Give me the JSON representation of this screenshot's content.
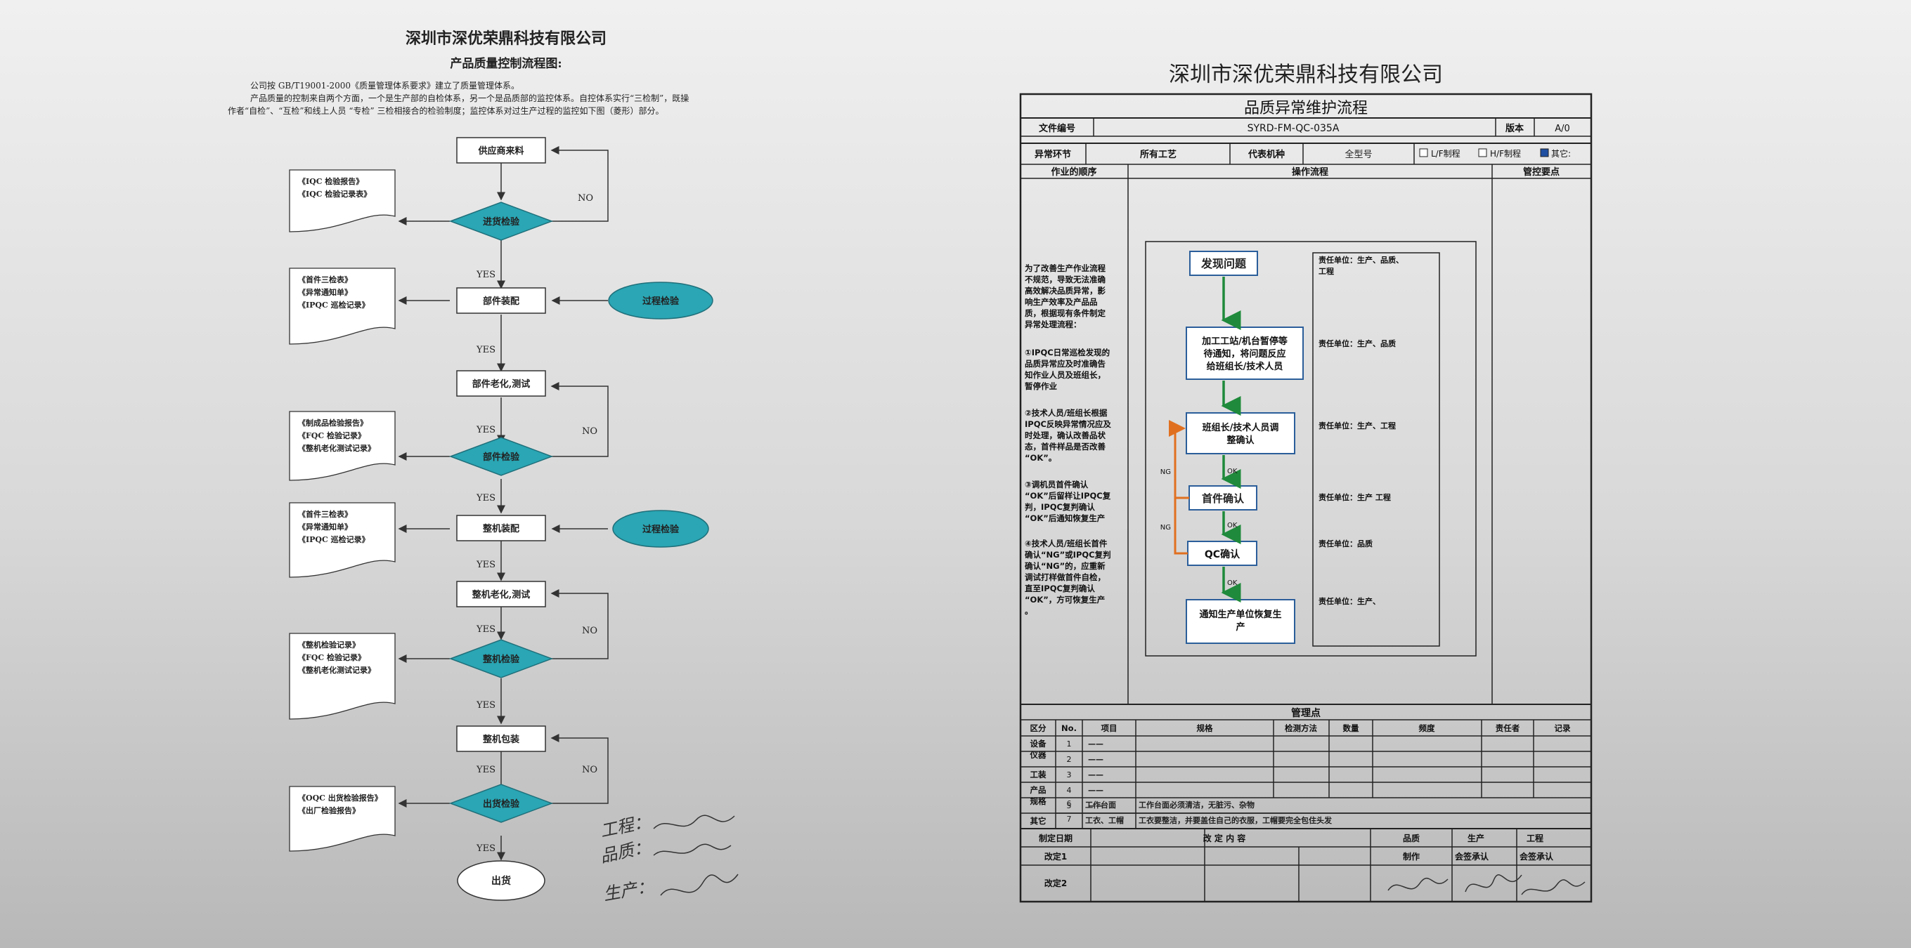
{
  "left": {
    "company": "深圳市深优荣鼎科技有限公司",
    "subtitle": "产品质量控制流程图:",
    "intro1": "公司按 GB/T19001-2000《质量管理体系要求》建立了质量管理体系。",
    "intro2": "产品质量的控制来自两个方面，一个是生产部的自检体系，另一个是品质部的监控体系。自控体系实行“三检制”，既操",
    "intro3": "作者“自检”、“互检”和线上人员 “专检” 三检相接合的检验制度；监控体系对过生产过程的监控如下图（菱形）部分。",
    "boxes": {
      "supplier": "供应商来料",
      "part_assembly": "部件装配",
      "part_aging": "部件老化,测试",
      "machine_assembly": "整机装配",
      "machine_aging": "整机老化,测试",
      "machine_pack": "整机包装",
      "ship": "出货"
    },
    "diamonds": {
      "incoming": "进货检验",
      "part_check": "部件检验",
      "machine_check": "整机检验",
      "outgoing": "出货检验"
    },
    "process_check": "过程检验",
    "yes": "YES",
    "no": "NO",
    "docs": {
      "d1": [
        "《IQC 检验报告》",
        "《IQC 检验记录表》"
      ],
      "d2": [
        "《首件三检表》",
        "《异常通知单》",
        "《IPQC 巡检记录》"
      ],
      "d3": [
        "《制成品检验报告》",
        "《FQC 检验记录》",
        "《整机老化测试记录》"
      ],
      "d4": [
        "《首件三检表》",
        "《异常通知单》",
        "《IPQC 巡检记录》"
      ],
      "d5": [
        "《整机检验记录》",
        "《FQC 检验记录》",
        "《整机老化测试记录》"
      ],
      "d6": [
        "《OQC 出货检验报告》",
        "《出厂检验报告》"
      ]
    },
    "signatures": [
      "工程：",
      "品质：",
      "生产："
    ]
  },
  "right": {
    "company": "深圳市深优荣鼎科技有限公司",
    "title": "品质异常维护流程",
    "doc_no_label": "文件编号",
    "doc_no": "SYRD-FM-QC-035A",
    "version_label": "版本",
    "version": "A/0",
    "abnormal_label": "异常环节",
    "abnormal_value": "所有工艺",
    "model_label": "代表机种",
    "model_value": "全型号",
    "opt_lf": "L/F制程",
    "opt_hf": "H/F制程",
    "opt_other": "其它:",
    "col_seq": "作业的顺序",
    "col_flow": "操作流程",
    "col_points": "管控要点",
    "seq_text": [
      "为了改善生产作业流程",
      "不规范，导致无法准确",
      "高效解决品质异常，影",
      "响生产效率及产品品",
      "质，根据现有条件制定",
      "异常处理流程：",
      "",
      "①IPQC日常巡检发现的",
      "品质异常应及时准确告",
      "知作业人员及班组长，",
      "暂停作业",
      "",
      "②技术人员/班组长根据",
      "IPQC反映异常情况应及",
      "时处理，确认改善品状",
      "态，首件样品是否改善",
      "“OK”。",
      "",
      "③调机员首件确认",
      "“OK”后留样让IPQC复",
      "判，IPQC复判确认",
      "“OK”后通知恢复生产",
      "",
      "④技术人员/班组长首件",
      "确认“NG”或IPQC复判",
      "确认“NG”的，应重新",
      "调试打样做首件自检，",
      "直至IPQC复判确认",
      "“OK”，方可恢复生产",
      "。"
    ],
    "flow": {
      "s1": "发现问题",
      "s2": [
        "加工工站/机台暂停等",
        "待通知，将问题反应",
        "给班组长/技术人员"
      ],
      "s3": [
        "班组长/技术人员调",
        "整确认"
      ],
      "s4": "首件确认",
      "s5": "QC确认",
      "s6": [
        "通知生产单位恢复生",
        "产"
      ]
    },
    "ng": "NG",
    "ok": "OK",
    "resp": [
      "责任单位：生产、品质、",
      "工程"
    ],
    "resp2": "责任单位：生产、品质",
    "resp3": "责任单位：生产、工程",
    "resp4": "责任单位：生产 工程",
    "resp5": "责任单位：品质",
    "resp6": "责任单位：生产、",
    "mgmt_title": "管理点",
    "mgmt_headers": [
      "区分",
      "No.",
      "项目",
      "规格",
      "检测方法",
      "数量",
      "频度",
      "责任者",
      "记录"
    ],
    "cat_equipment": [
      "设备",
      "仪器"
    ],
    "cat_fixture": "工装",
    "cat_spec": [
      "产品",
      "规格"
    ],
    "cat_other": "其它",
    "rows": [
      {
        "no": "1",
        "item": "——",
        "spec": ""
      },
      {
        "no": "2",
        "item": "——",
        "spec": ""
      },
      {
        "no": "3",
        "item": "——",
        "spec": ""
      },
      {
        "no": "4",
        "item": "——",
        "spec": ""
      },
      {
        "no": "5",
        "item": "——",
        "spec": ""
      },
      {
        "no": "6",
        "item": "工作台面",
        "spec": "工作台面必须清洁，无脏污、杂物"
      },
      {
        "no": "7",
        "item": "工衣、工帽",
        "spec": "工衣要整洁，并要盖住自己的衣服，工帽要完全包住头发"
      }
    ],
    "footer": {
      "date_label": "制定日期",
      "content_label": "改 定 内 容",
      "rev1": "改定1",
      "rev2": "改定2",
      "quality": "品质",
      "production": "生产",
      "engineering": "工程",
      "made": "制作",
      "approve1": "会签承认",
      "approve2": "会签承认"
    }
  }
}
